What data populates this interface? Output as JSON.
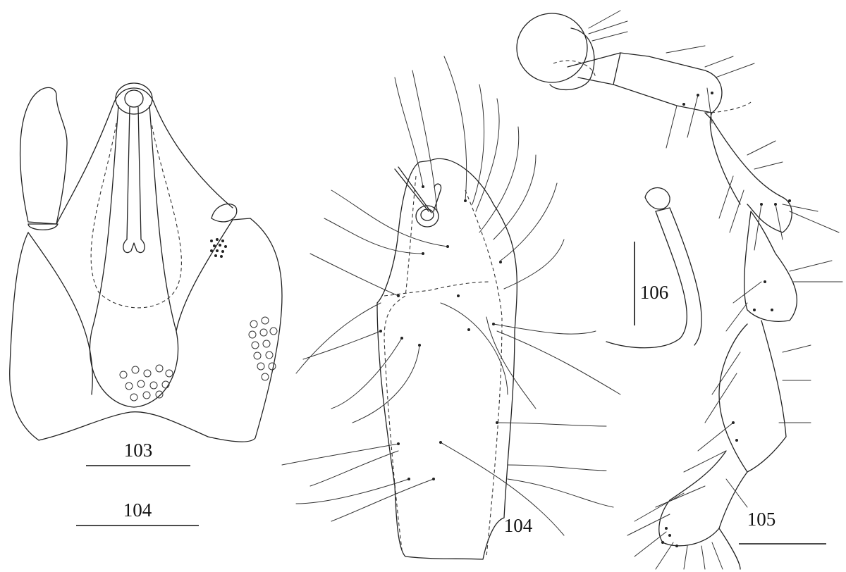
{
  "figure": {
    "labels": {
      "fig103": "103",
      "fig104_scale": "104",
      "fig104_main": "104",
      "fig105": "105",
      "fig106": "106"
    }
  }
}
